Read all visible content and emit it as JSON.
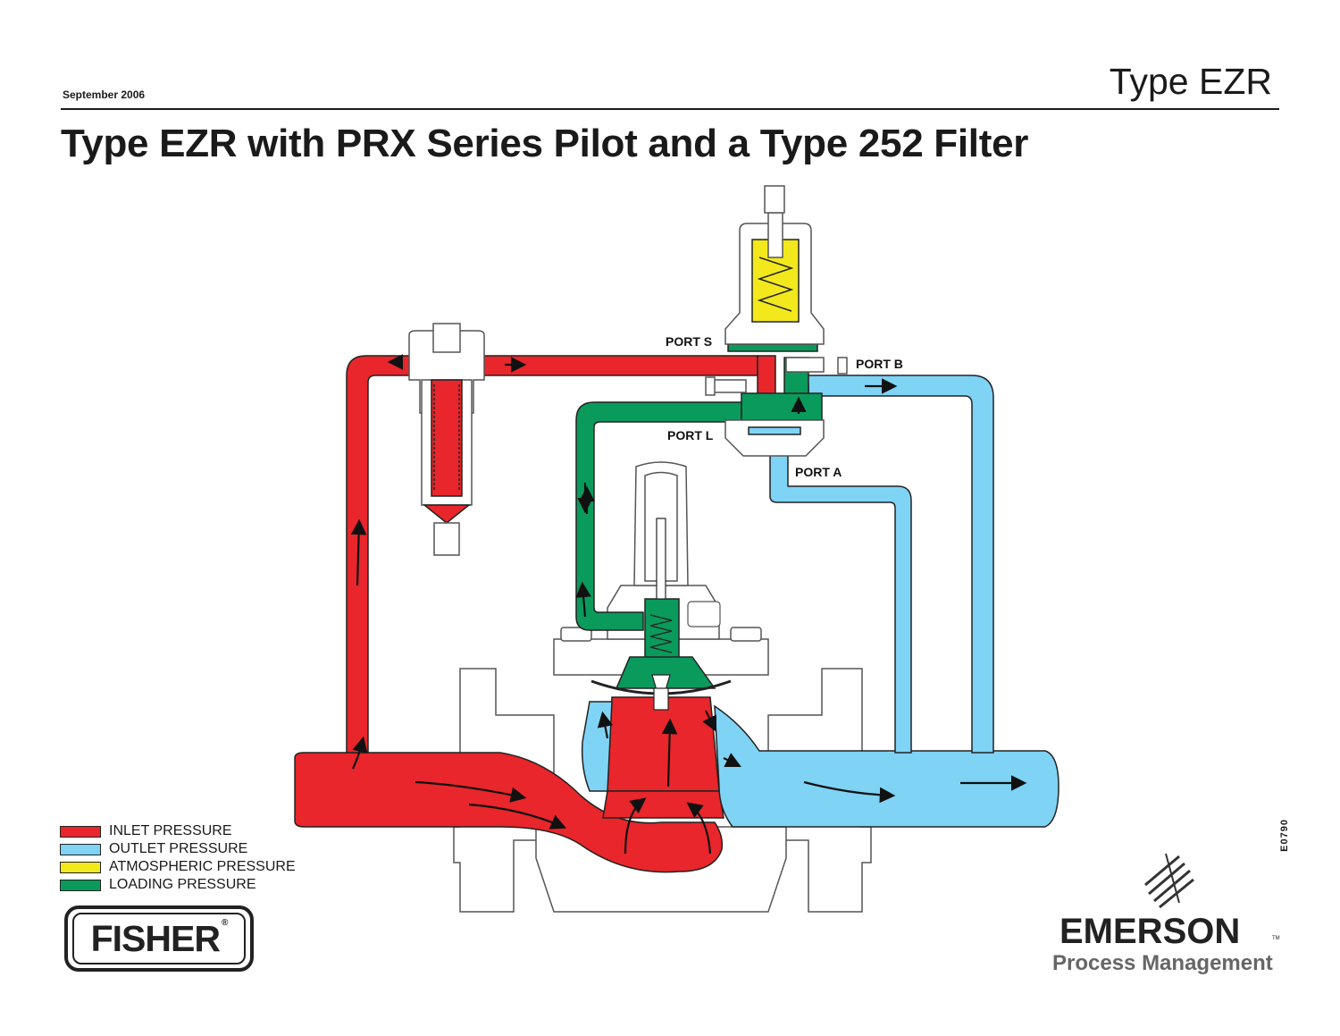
{
  "header": {
    "date": "September 2006",
    "doc_type": "Type EZR",
    "title": "Type EZR with PRX Series Pilot and a Type 252 Filter"
  },
  "ports": {
    "s": "PORT S",
    "b": "PORT B",
    "l": "PORT L",
    "a": "PORT A"
  },
  "legend": [
    {
      "label": "INLET PRESSURE",
      "color": "#e8262b"
    },
    {
      "label": "OUTLET PRESSURE",
      "color": "#7fd3f5"
    },
    {
      "label": "ATMOSPHERIC PRESSURE",
      "color": "#f2e81c"
    },
    {
      "label": "LOADING PRESSURE",
      "color": "#0a9a5c"
    }
  ],
  "colors": {
    "inlet": "#e8262b",
    "outlet": "#7fd3f5",
    "atmospheric": "#f2e81c",
    "loading": "#0a9a5c",
    "body_outline": "#555555"
  },
  "drawing_code": "E0790",
  "logos": {
    "fisher": "FISHER",
    "emerson": "EMERSON",
    "emerson_tm": "TM",
    "emerson_sub": "Process Management"
  }
}
